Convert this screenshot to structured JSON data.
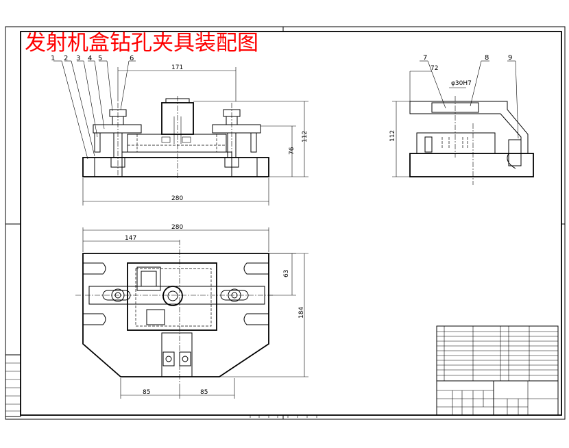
{
  "title": "发射机盒钻孔夹具装配图",
  "part_labels": [
    "1",
    "2",
    "3",
    "4",
    "5",
    "6",
    "7",
    "8",
    "9"
  ],
  "dimensions": {
    "front_width_top": "171",
    "front_height_outer": "112",
    "front_height_inner": "76",
    "front_base_width": "280",
    "side_height": "112",
    "side_angle": "72",
    "side_hole": "φ30H7",
    "top_width": "280",
    "top_offset": "147",
    "top_depth_a": "63",
    "top_depth_b": "184",
    "top_half_left": "85",
    "top_half_right": "85"
  },
  "colors": {
    "title": "#ff0000",
    "line": "#000000"
  }
}
